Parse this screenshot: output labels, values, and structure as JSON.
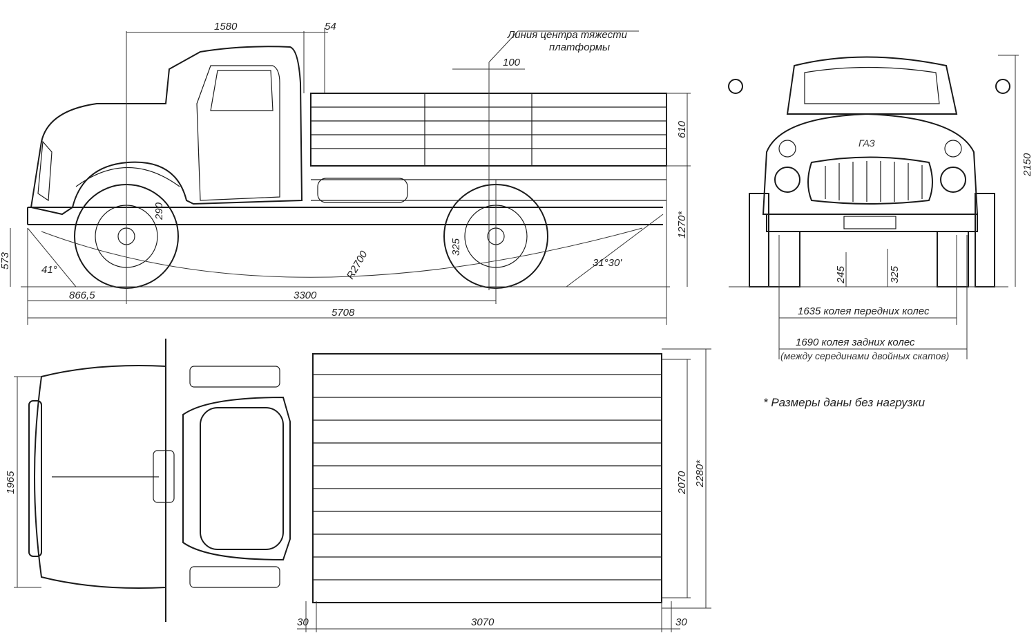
{
  "side_view": {
    "dims": {
      "cab_length": "1580",
      "cab_gap": "54",
      "cg_offset": "100",
      "cg_label_line1": "Линия центра тяжести",
      "cg_label_line2": "платформы",
      "side_height": "610",
      "platform_height": "1270*",
      "front_overhang_height": "573",
      "approach_angle": "41°",
      "front_overhang": "866,5",
      "wheelbase": "3300",
      "overall_length": "5708",
      "turn_radius": "R2700",
      "front_clearance": "290",
      "rear_clearance": "325",
      "departure_angle": "31°30'"
    }
  },
  "front_view": {
    "dims": {
      "overall_height": "2150",
      "front_axle_clearance": "245",
      "rear_axle_clearance": "325",
      "front_track": "1635 колея передних колес",
      "rear_track": "1690 колея задних колес",
      "rear_track_note": "(между серединами двойных скатов)"
    },
    "badge": "ГАЗ"
  },
  "top_view": {
    "dims": {
      "overall_width": "1965",
      "platform_inner_width": "2070",
      "platform_outer_width": "2280*",
      "front_side_margin": "30",
      "platform_length": "3070",
      "rear_side_margin": "30"
    }
  },
  "footnote": "* Размеры даны без нагрузки"
}
